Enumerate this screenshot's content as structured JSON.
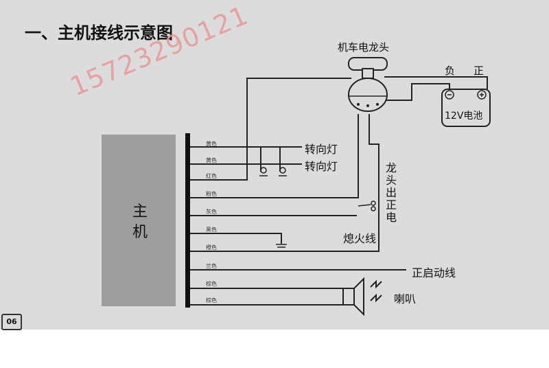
{
  "title": "一、主机接线示意图",
  "watermark": "15723290121",
  "page_number": "06",
  "main_unit_label": "主 机",
  "wires": [
    {
      "color_label": "黄色"
    },
    {
      "color_label": "黄色"
    },
    {
      "color_label": "红色"
    },
    {
      "color_label": "粉色"
    },
    {
      "color_label": "灰色"
    },
    {
      "color_label": "黑色"
    },
    {
      "color_label": "橙色"
    },
    {
      "color_label": "兰色"
    },
    {
      "color_label": "棕色"
    },
    {
      "color_label": "棕色"
    }
  ],
  "labels": {
    "lock_head": "机车电龙头",
    "negative": "负",
    "positive": "正",
    "battery": "12V电池",
    "turn_light_1": "转向灯",
    "turn_light_2": "转向灯",
    "lock_output": "龙头出正电",
    "ignition_off": "熄火线",
    "start_line": "正启动线",
    "speaker": "喇叭"
  },
  "colors": {
    "sheet": "#dcdcdc",
    "main_unit": "#9e9e9e",
    "wire": "#222222",
    "watermark": "#e89696"
  }
}
